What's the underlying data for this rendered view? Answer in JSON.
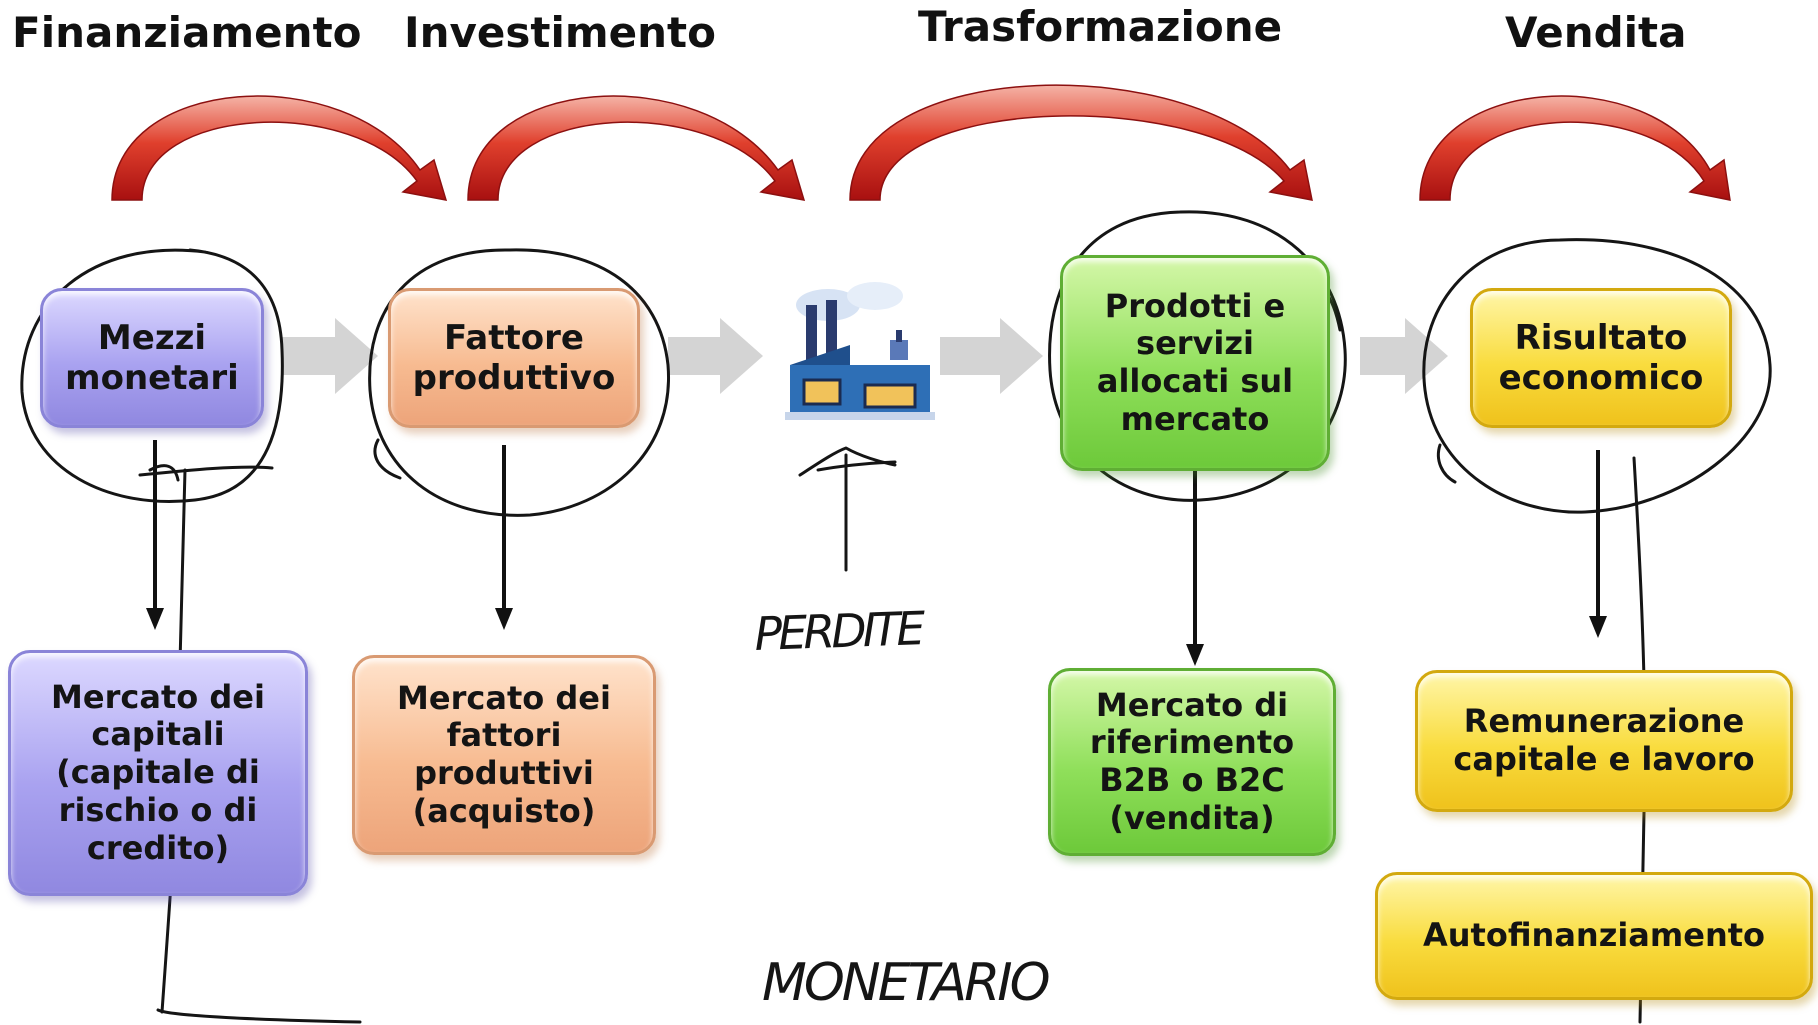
{
  "phases": {
    "finanziamento": "Finanziamento",
    "investimento": "Investimento",
    "trasformazione": "Trasformazione",
    "vendita": "Vendita"
  },
  "boxes": {
    "mezzi_monetari": "Mezzi\nmonetari",
    "fattore_produttivo": "Fattore\nproduttivo",
    "prodotti_servizi": "Prodotti e\nservizi\nallocati sul\nmercato",
    "risultato_economico": "Risultato\neconomico",
    "mercato_capitali": "Mercato dei\ncapitali\n(capitale di\nrischio o di\ncredito)",
    "mercato_fattori": "Mercato dei\nfattori\nproduttivi\n(acquisto)",
    "mercato_riferimento": "Mercato di\nriferimento\nB2B o B2C\n(vendita)",
    "remunerazione": "Remunerazione\ncapitale e lavoro",
    "autofinanziamento": "Autofinanziamento"
  },
  "handwriting": {
    "perdite": "PERDITE",
    "monetario": "MONETARIO"
  },
  "icons": {
    "factory": "factory-icon",
    "curved_arrow": "curved-arrow-icon",
    "block_arrow": "block-arrow-icon"
  },
  "colors": {
    "purple": "#a9a2f0",
    "orange": "#f7bb91",
    "green": "#8fdf5a",
    "yellow": "#f9dc3e",
    "curve_red": "#d42a1c"
  }
}
